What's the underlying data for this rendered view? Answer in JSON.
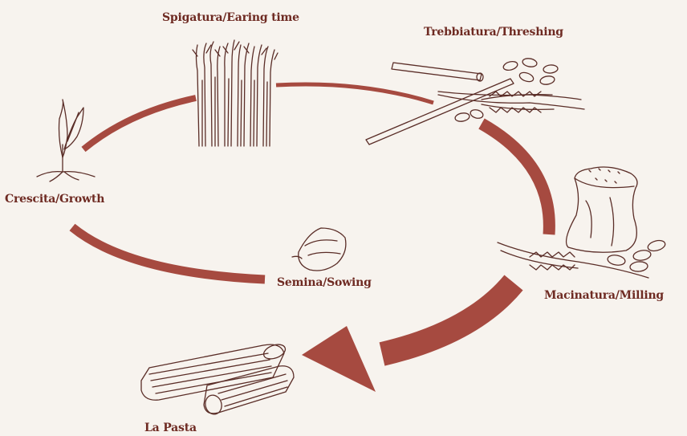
{
  "stages": {
    "earing": "Spigatura/Earing time",
    "threshing": "Trebbiatura/Threshing",
    "growth": "Crescita/Growth",
    "sowing": "Semina/Sowing",
    "milling": "Macinatura/Milling",
    "pasta": "La Pasta"
  },
  "icons": [
    "sprout-icon",
    "wheat-stalks-icon",
    "threshing-flail-icon",
    "flour-sack-icon",
    "seed-icon",
    "penne-pasta-icon"
  ],
  "colors": {
    "background": "#f7f3ee",
    "cycle_arrow": "#a64a40",
    "label_text": "#6e2a22",
    "illustration_stroke": "#5a2d27"
  }
}
